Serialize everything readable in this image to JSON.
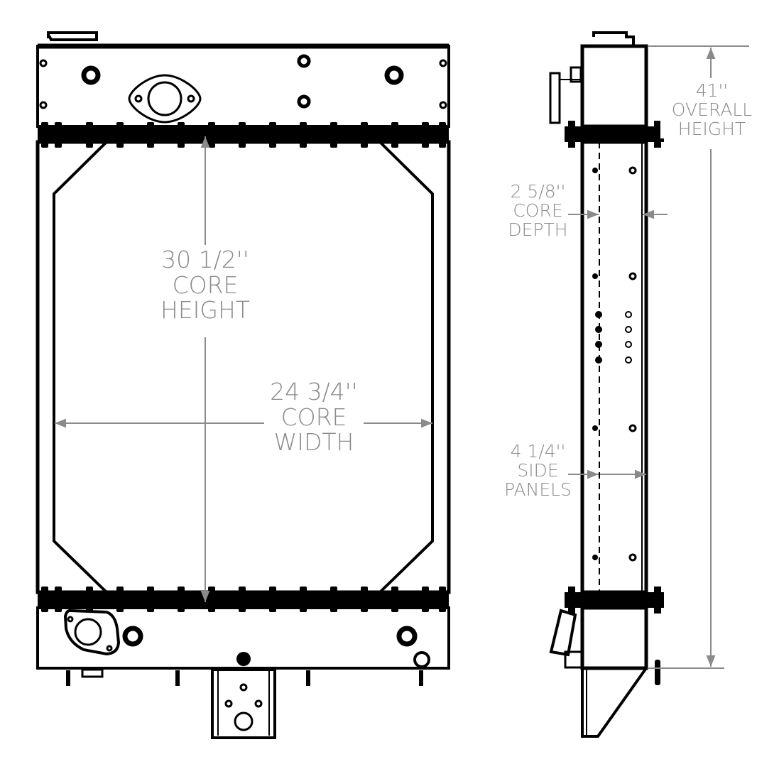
{
  "drawing": {
    "subject": "Radiator",
    "views": [
      "front",
      "side"
    ],
    "line_color": "#000000",
    "dimension_color": "#8a8a8a"
  },
  "dimensions": {
    "core_height": {
      "value": "30 1/2''",
      "label1": "CORE",
      "label2": "HEIGHT"
    },
    "core_width": {
      "value": "24 3/4''",
      "label1": "CORE",
      "label2": "WIDTH"
    },
    "overall_height": {
      "value": "41''",
      "label1": "OVERALL",
      "label2": "HEIGHT"
    },
    "core_depth": {
      "value": "2 5/8''",
      "label1": "CORE",
      "label2": "DEPTH"
    },
    "side_panels": {
      "value": "4 1/4''",
      "label1": "SIDE",
      "label2": "PANELS"
    }
  }
}
